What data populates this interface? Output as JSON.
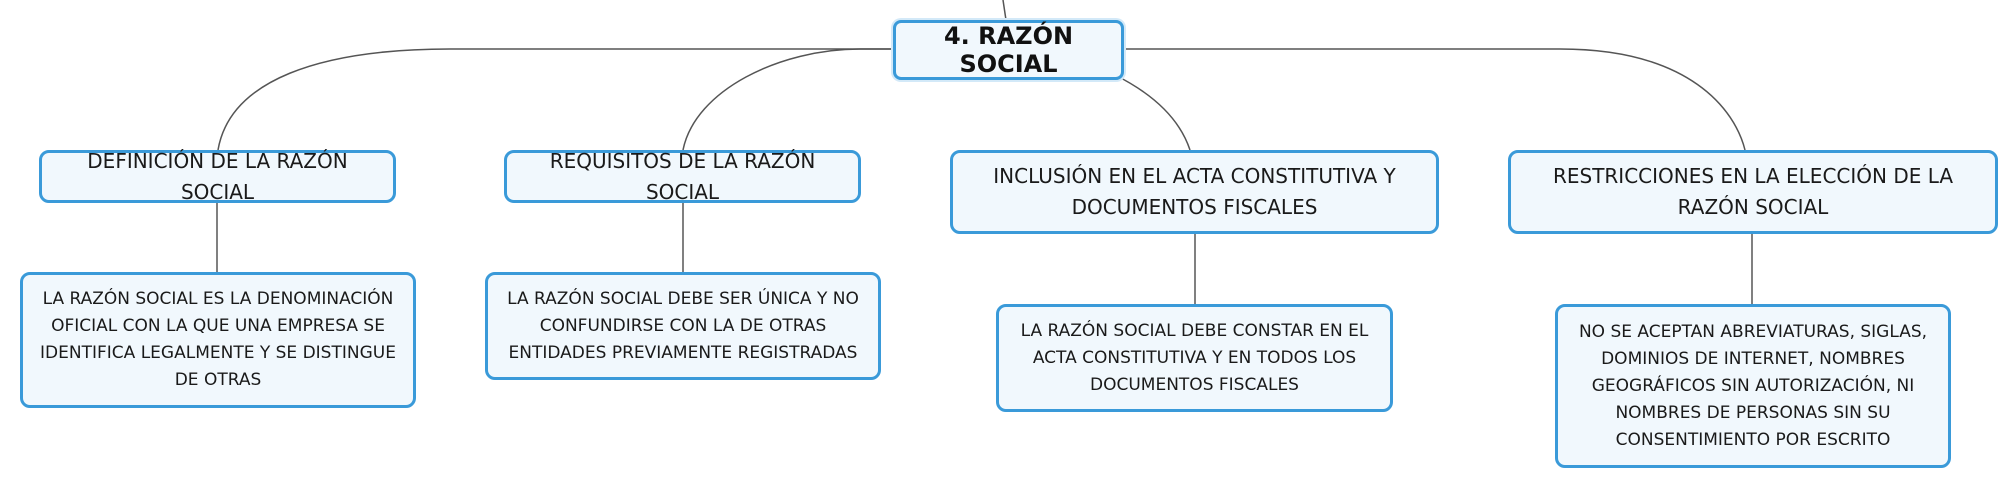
{
  "diagram": {
    "root": {
      "label": "4. RAZÓN SOCIAL"
    },
    "branches": [
      {
        "label": "DEFINICIÓN DE LA RAZÓN SOCIAL",
        "detail": "LA RAZÓN SOCIAL ES LA DENOMINACIÓN OFICIAL CON LA QUE UNA EMPRESA SE IDENTIFICA LEGALMENTE Y SE DISTINGUE DE OTRAS"
      },
      {
        "label": "REQUISITOS DE LA RAZÓN SOCIAL",
        "detail": "LA RAZÓN SOCIAL DEBE SER ÚNICA Y NO CONFUNDIRSE CON LA DE OTRAS ENTIDADES PREVIAMENTE REGISTRADAS"
      },
      {
        "label": "INCLUSIÓN EN EL ACTA CONSTITUTIVA Y DOCUMENTOS FISCALES",
        "detail": "LA RAZÓN SOCIAL DEBE CONSTAR EN EL ACTA CONSTITUTIVA Y EN TODOS LOS DOCUMENTOS FISCALES"
      },
      {
        "label": "RESTRICCIONES EN LA ELECCIÓN DE LA RAZÓN SOCIAL",
        "detail": "NO SE ACEPTAN ABREVIATURAS, SIGLAS, DOMINIOS DE INTERNET, NOMBRES GEOGRÁFICOS SIN AUTORIZACIÓN, NI NOMBRES DE PERSONAS SIN SU CONSENTIMIENTO POR ESCRITO"
      }
    ]
  },
  "colors": {
    "node_border": "#3a9ad9",
    "node_fill": "#f1f8fd",
    "connector": "#555555"
  }
}
